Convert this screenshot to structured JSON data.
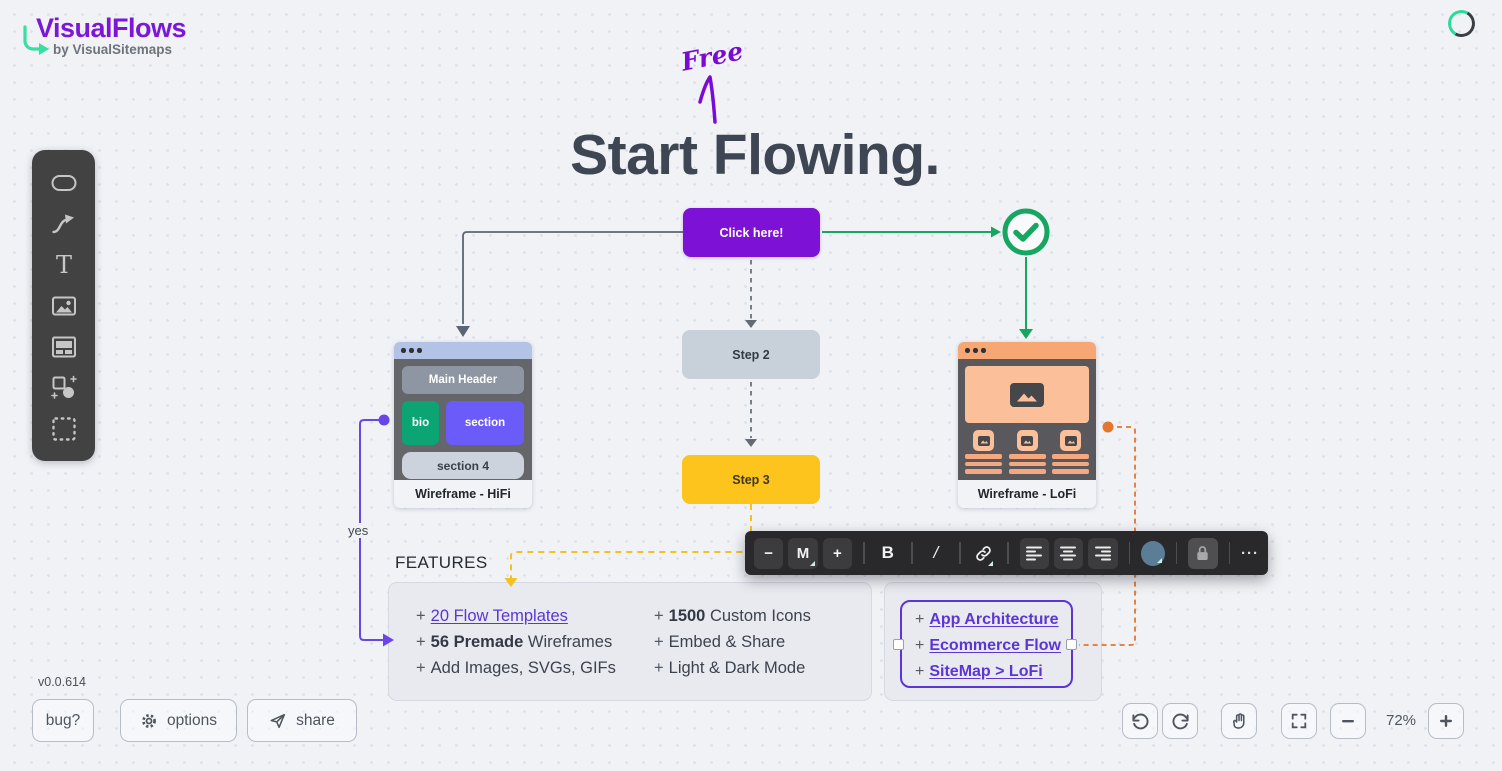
{
  "brand": {
    "title": "VisualFlows",
    "subtitle": "by VisualSitemaps"
  },
  "hero": {
    "badge": "Free",
    "title": "Start Flowing."
  },
  "flow": {
    "click_here": "Click here!",
    "step2": "Step 2",
    "step3": "Step 3",
    "yes": "yes"
  },
  "hifi": {
    "label": "Wireframe - HiFi",
    "main_header": "Main Header",
    "bio": "bio",
    "section": "section",
    "section4": "section 4"
  },
  "lofi": {
    "label": "Wireframe - LoFi"
  },
  "features": {
    "heading": "FEATURES",
    "left": [
      {
        "plus": "+",
        "link": "20 Flow Templates"
      },
      {
        "plus": "+",
        "bold": "56 Premade",
        "text": " Wireframes"
      },
      {
        "plus": "+",
        "text": "Add Images, SVGs, GIFs"
      }
    ],
    "right": [
      {
        "plus": "+",
        "bold": "1500",
        "text": " Custom Icons"
      },
      {
        "plus": "+",
        "text": "Embed & Share"
      },
      {
        "plus": "+",
        "text": "Light & Dark Mode"
      }
    ],
    "panel": [
      {
        "plus": "+",
        "link": "App Architecture"
      },
      {
        "plus": "+",
        "link": "Ecommerce Flow"
      },
      {
        "plus": "+",
        "link": "SiteMap > LoFi"
      }
    ]
  },
  "text_toolbar": {
    "decrease": "−",
    "size": "M",
    "increase": "+",
    "bold": "B",
    "italic": "/",
    "more": "···"
  },
  "footer": {
    "version": "v0.0.614",
    "bug": "bug?",
    "options": "options",
    "share": "share"
  },
  "zoom": {
    "level": "72%"
  },
  "icons": {
    "sidebar": [
      "rounded-rectangle-tool",
      "connector-tool",
      "text-tool",
      "image-tool",
      "wireframe-tool",
      "shapes-tool",
      "marquee-select-tool"
    ],
    "toolbar": [
      "link-icon",
      "align-left-icon",
      "align-center-icon",
      "align-right-icon",
      "color-swatch",
      "lock-icon"
    ],
    "footer": [
      "gear-icon",
      "send-icon",
      "undo-icon",
      "redo-icon",
      "hand-icon",
      "fullscreen-icon",
      "zoom-out-icon",
      "zoom-in-icon"
    ]
  },
  "colors": {
    "brand_purple": "#7d11d6",
    "accent_green": "#17a562",
    "logo_green": "#2bdb9a",
    "yellow": "#fcc41c",
    "orange": "#e2762e",
    "link_purple": "#5b35d5",
    "swatch_blue": "#5b7d96"
  }
}
